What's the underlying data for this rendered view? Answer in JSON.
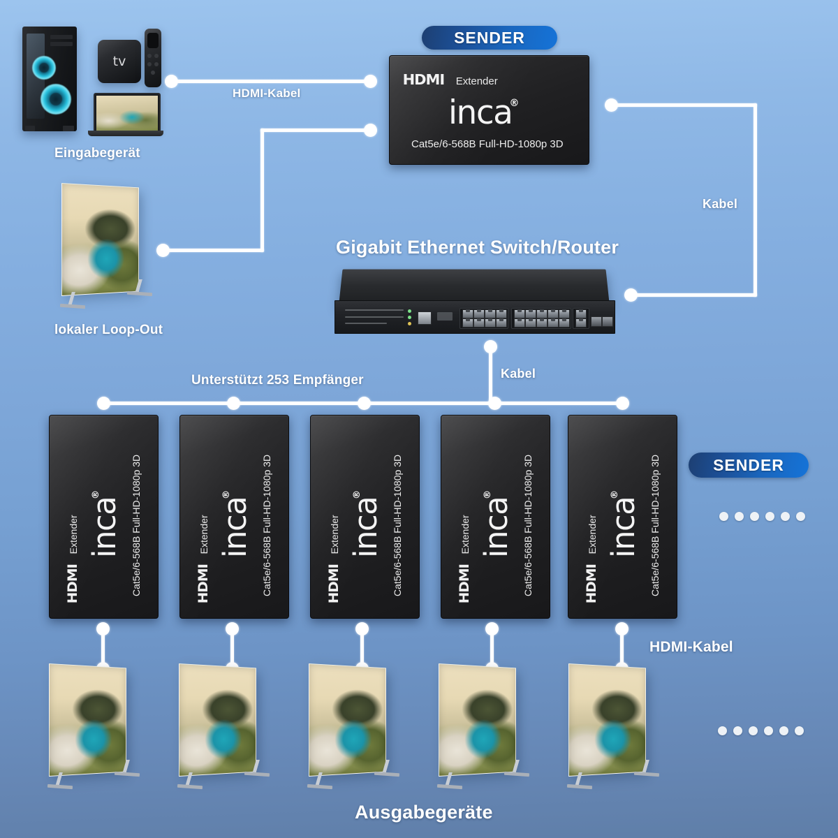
{
  "diagram": {
    "title_sender_top": "SENDER",
    "title_sender_right": "SENDER",
    "switch_title": "Gigabit Ethernet Switch/Router",
    "capacity_note": "Unterstützt 253 Empfänger",
    "caption_bottom": "Ausgabegeräte"
  },
  "labels": {
    "input_device": "Eingabegerät",
    "hdmi_cable_top": "HDMI-Kabel",
    "hdmi_cable_bottom": "HDMI-Kabel",
    "loop_out": "lokaler Loop-Out",
    "cable_right": "Kabel",
    "cable_down": "Kabel"
  },
  "device": {
    "hdmi_logo": "HDMI",
    "extender_word": "Extender",
    "brand": "inca",
    "registered_mark": "®",
    "spec_line": "Cat5e/6-568B  Full-HD-1080p  3D"
  },
  "input_devices": {
    "tv_box_label": "tv"
  },
  "receivers": [
    {
      "id": "receiver-1"
    },
    {
      "id": "receiver-2"
    },
    {
      "id": "receiver-3"
    },
    {
      "id": "receiver-4"
    },
    {
      "id": "receiver-5"
    }
  ],
  "output_tvs": [
    {
      "id": "output-tv-1"
    },
    {
      "id": "output-tv-2"
    },
    {
      "id": "output-tv-3"
    },
    {
      "id": "output-tv-4"
    },
    {
      "id": "output-tv-5"
    }
  ],
  "ellipsis": {
    "right_count": 6,
    "bottom_count": 6
  },
  "colors": {
    "background_top": "#9cc4ee",
    "background_bottom": "#5f7ea8",
    "badge_gradient_start": "#1d3f72",
    "badge_gradient_end": "#1573d8",
    "connector": "#ffffff",
    "device_body": "#1d1d1f",
    "text": "#ffffff"
  }
}
